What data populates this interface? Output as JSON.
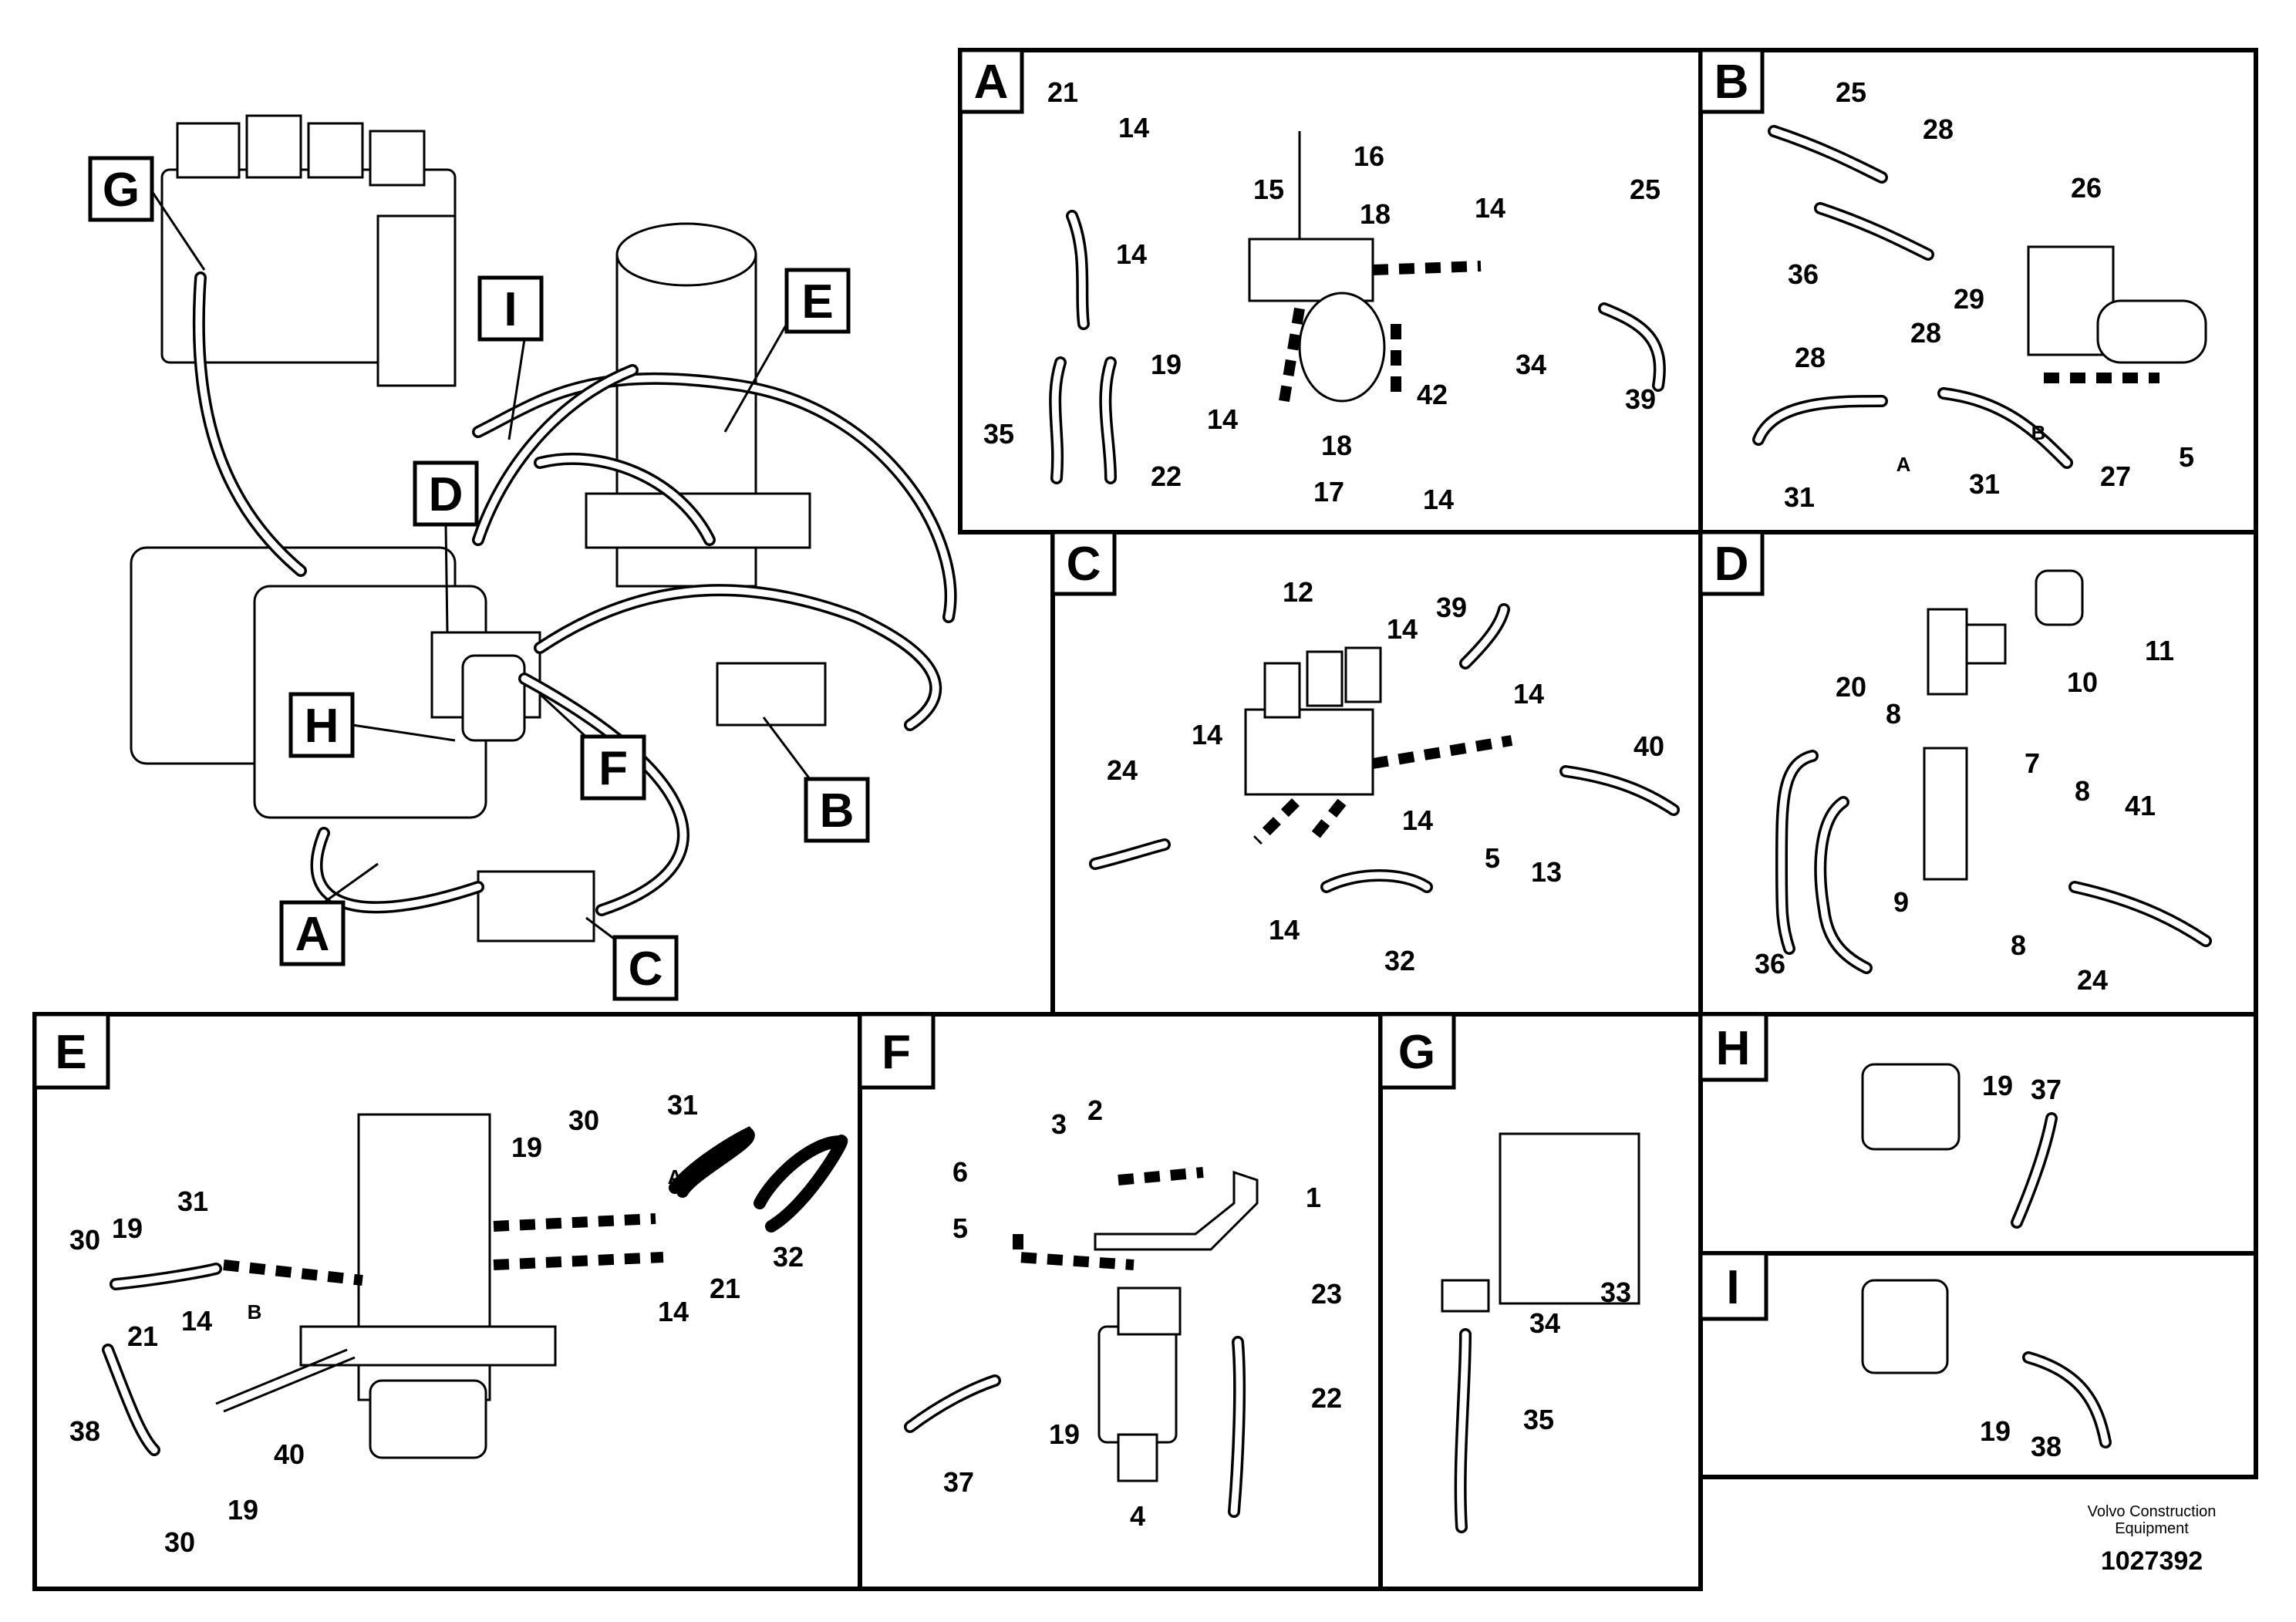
{
  "overview": {
    "tags": [
      "G",
      "I",
      "E",
      "D",
      "H",
      "F",
      "B",
      "A",
      "C"
    ]
  },
  "panels": {
    "A": {
      "letter": "A",
      "callouts": [
        "21",
        "14",
        "16",
        "15",
        "18",
        "14",
        "25",
        "14",
        "34",
        "39",
        "35",
        "19",
        "22",
        "14",
        "18",
        "17",
        "42",
        "14"
      ]
    },
    "B": {
      "letter": "B",
      "callouts": [
        "25",
        "28",
        "26",
        "36",
        "29",
        "28",
        "28",
        "31",
        "31",
        "27",
        "5"
      ],
      "letters": [
        "A",
        "B"
      ]
    },
    "C": {
      "letter": "C",
      "callouts": [
        "12",
        "14",
        "39",
        "14",
        "24",
        "14",
        "40",
        "14",
        "5",
        "13",
        "14",
        "32"
      ]
    },
    "D": {
      "letter": "D",
      "callouts": [
        "11",
        "10",
        "20",
        "8",
        "7",
        "8",
        "41",
        "9",
        "8",
        "36",
        "24"
      ]
    },
    "E": {
      "letter": "E",
      "callouts": [
        "31",
        "19",
        "30",
        "30",
        "19",
        "31",
        "32",
        "14",
        "21",
        "14",
        "21",
        "38",
        "40",
        "19",
        "30"
      ],
      "letters": [
        "A",
        "B"
      ]
    },
    "F": {
      "letter": "F",
      "callouts": [
        "3",
        "2",
        "6",
        "1",
        "5",
        "23",
        "19",
        "22",
        "37",
        "4"
      ]
    },
    "G": {
      "letter": "G",
      "callouts": [
        "33",
        "34",
        "35"
      ]
    },
    "H": {
      "letter": "H",
      "callouts": [
        "19",
        "37"
      ]
    },
    "I": {
      "letter": "I",
      "callouts": [
        "19",
        "38"
      ]
    }
  },
  "footer": {
    "brand_line1": "Volvo Construction",
    "brand_line2": "Equipment",
    "drawing_number": "1027392"
  }
}
